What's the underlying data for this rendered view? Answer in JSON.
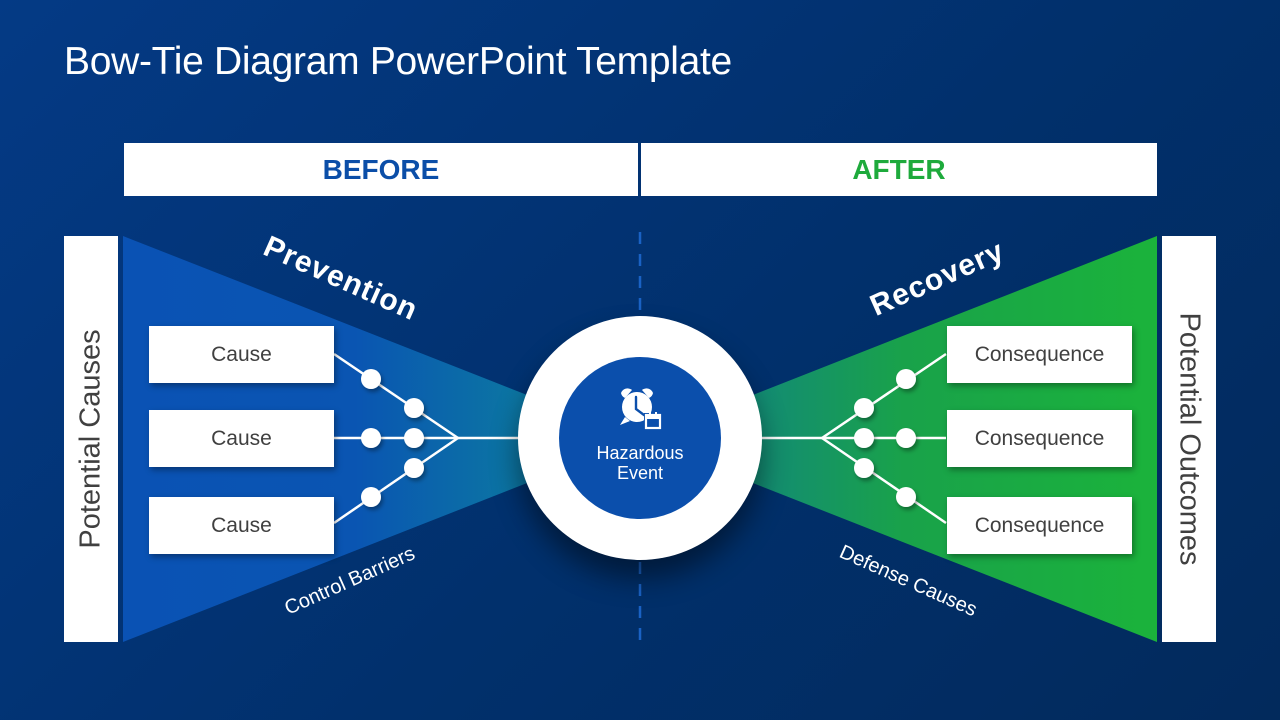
{
  "slide": {
    "title": "Bow-Tie Diagram PowerPoint Template"
  },
  "header": {
    "before_label": "BEFORE",
    "after_label": "AFTER"
  },
  "colors": {
    "background": "#02316f",
    "before_accent": "#0b4ea8",
    "after_accent": "#1eaa3c",
    "left_wedge": "#0a52b4",
    "right_wedge": "#1bb33b",
    "core": "#0b4fac"
  },
  "left": {
    "side_label": "Potential Causes",
    "section_title": "Prevention",
    "barrier_label": "Control Barriers",
    "items": [
      {
        "label": "Cause"
      },
      {
        "label": "Cause"
      },
      {
        "label": "Cause"
      }
    ]
  },
  "right": {
    "side_label": "Potential Outcomes",
    "section_title": "Recovery",
    "barrier_label": "Defense Causes",
    "items": [
      {
        "label": "Consequence"
      },
      {
        "label": "Consequence"
      },
      {
        "label": "Consequence"
      }
    ]
  },
  "center": {
    "icon": "alarm-clock-calendar-icon",
    "label_line1": "Hazardous",
    "label_line2": "Event"
  }
}
